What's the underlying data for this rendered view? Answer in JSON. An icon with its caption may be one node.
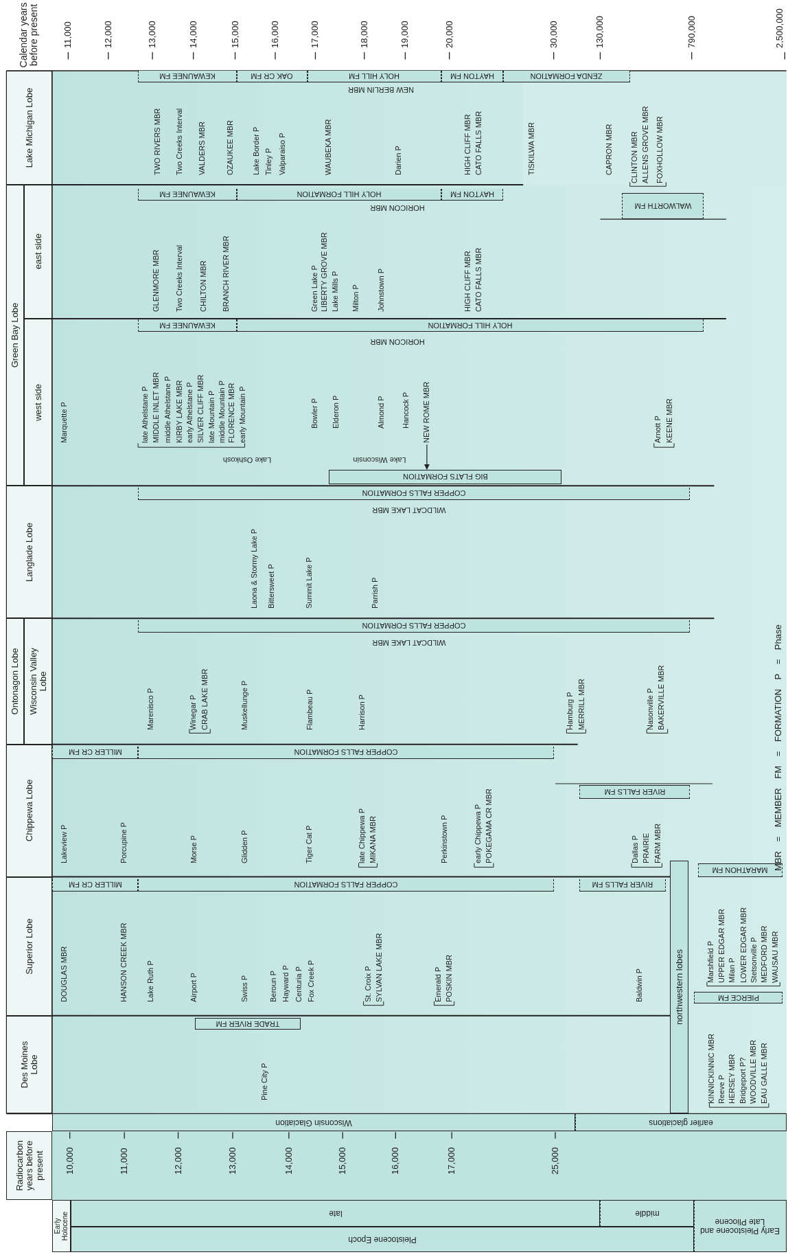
{
  "diagram": {
    "nodes": [
      {
        "text": [
          "Lake Michigan Lobe"
        ]
      },
      {
        "text": [
          "Green Bay Lobe"
        ]
      },
      {
        "text": [
          "east side"
        ]
      },
      {
        "text": [
          "west side"
        ]
      },
      {
        "text": [
          "Langlade Lobe"
        ]
      },
      {
        "text": [
          "Ontonagon Lobe"
        ]
      },
      {
        "text": [
          "Wisconsin Valley Lobe"
        ]
      },
      {
        "text": [
          "Chippewa Lobe"
        ]
      },
      {
        "text": [
          "Superior Lobe"
        ]
      },
      {
        "text": [
          "Des Moines Lobe"
        ]
      },
      {
        "text": [
          "northwestern lobes"
        ]
      },
      {
        "text": [
          "Wisconsin Glaciation"
        ]
      },
      {
        "text": [
          "earlier glaciations"
        ]
      },
      {
        "text": [
          "Radiocarbon years before present"
        ]
      },
      {
        "text": [
          "Early Holocene"
        ]
      },
      {
        "text": [
          "late"
        ]
      },
      {
        "text": [
          "middle"
        ]
      },
      {
        "text": [
          "Early Pleistocene and Late Pliocene"
        ]
      },
      {
        "text": [
          "Pleistocene Epoch"
        ]
      },
      {
        "text": [
          "KEWAUNEE FM"
        ]
      },
      {
        "text": [
          "OAK CR FM"
        ]
      },
      {
        "text": [
          "HOLY HILL FM"
        ]
      },
      {
        "text": [
          "HAYTON FM"
        ]
      },
      {
        "text": [
          "ZENDA FORMATION"
        ]
      },
      {
        "text": [
          "KEWAUNEE FM"
        ]
      },
      {
        "text": [
          "HOLY HILL FORMATION"
        ]
      },
      {
        "text": [
          "HAYTON FM"
        ]
      },
      {
        "text": [
          "WALWORTH FM"
        ]
      },
      {
        "text": [
          "KEWAUNEE FM"
        ]
      },
      {
        "text": [
          "HOLY HILL FORMATION"
        ]
      },
      {
        "text": [
          "BIG FLATS FORMATION"
        ]
      },
      {
        "text": [
          "COPPER FALLS FORMATION"
        ]
      },
      {
        "text": [
          "COPPER FALLS FORMATION"
        ]
      },
      {
        "text": [
          "MILLER CR FM"
        ]
      },
      {
        "text": [
          "COPPER FALLS FORMATION"
        ]
      },
      {
        "text": [
          "RIVER FALLS FM"
        ]
      },
      {
        "text": [
          "MARATHON FM"
        ]
      },
      {
        "text": [
          "MILLER CR FM"
        ]
      },
      {
        "text": [
          "COPPER FALLS FORMATION"
        ]
      },
      {
        "text": [
          "RIVER FALLS FM"
        ]
      },
      {
        "text": [
          "PIERCE FM"
        ]
      },
      {
        "text": [
          "TRADE RIVER FM"
        ]
      },
      {
        "text": [
          "NEW ROME MBR"
        ]
      }
    ],
    "edges": [
      {
        "from": 42,
        "to": 30,
        "arrow": "to"
      }
    ],
    "labels": [
      "Calendar years before present",
      "11,000",
      "12,000",
      "13,000",
      "14,000",
      "15,000",
      "16,000",
      "17,000",
      "18,000",
      "19,000",
      "20,000",
      "30,000",
      "130,000",
      "790,000",
      "2,500,000",
      "NEW BERLIN MBR",
      "TWO RIVERS MBR",
      "Two Creeks Interval",
      "VALDERS MBR",
      "OZAUKEE MBR",
      "Lake Border P",
      "Tinley P",
      "Valparaiso P",
      "WAUBEKA MBR",
      "Darien P",
      "HIGH CLIFF MBR",
      "CATO FALLS MBR",
      "TISKILWA MBR",
      "CAPRON MBR",
      "CLINTON MBR",
      "ALLENS GROVE MBR",
      "FOXHOLLOW MBR",
      "HORICON MBR",
      "GLENMORE MBR",
      "Two Creeks Interval",
      "CHILTON MBR",
      "BRANCH RIVER MBR",
      "Green Lake P",
      "LIBERTY GROVE MBR",
      "Lake Mills P",
      "Milton P",
      "Johnstown P",
      "HIGH CLIFF MBR",
      "CATO FALLS MBR",
      "HORICON MBR",
      "Marquette P",
      "late Athelstane P",
      "MIDDLE INLET MBR",
      "middle Athelstane P",
      "KIRBY LAKE MBR",
      "early Athelstane P",
      "SILVER CLIFF MBR",
      "late Mountain P",
      "middle Mountain P",
      "FLORENCE MBR",
      "early Mountain P",
      "Bowler P",
      "Elderon P",
      "Almond P",
      "Hancock P",
      "Arnott P",
      "KEENE MBR",
      "Lake Oshkosh",
      "Lake Wisconsin",
      "WILDCAT LAKE MBR",
      "Laona & Stormy Lake P",
      "Bittersweet P",
      "Summit Lake P",
      "Parrish P",
      "WILDCAT LAKE MBR",
      "Marenisco P",
      "Winegar P",
      "CRAB LAKE MBR",
      "Muskellunge P",
      "Flambeau P",
      "Harrison P",
      "Hamburg P",
      "MERRILL MBR",
      "Nasonville P",
      "BAKERVILLE MBR",
      "Lakeview P",
      "Porcupine P",
      "Morse P",
      "Glidden P",
      "Tiger Cat P",
      "late Chippewa P",
      "MIKANA MBR",
      "Perkinstown P",
      "early Chippewa P",
      "POKEGAMA CR MBR",
      "Dallas P",
      "PRAIRIE",
      "FARM MBR",
      "MBR = MEMBER FM = FORMATION P = Phase",
      "DOUGLAS MBR",
      "HANSON CREEK MBR",
      "Lake Ruth P",
      "Airport P",
      "Swiss P",
      "Beroun P",
      "Hayward P",
      "Centuria P",
      "Fox Creek P",
      "St. Croix P",
      "SYLVAN LAKE MBR",
      "Emerald P",
      "POSKIN MBR",
      "Baldwin P",
      "Marshfield P",
      "UPPER EDGAR MBR",
      "Milan P",
      "LOWER EDGAR MBR",
      "Stetsonville P",
      "MEDFORD MBR",
      "WAUSAU MBR",
      "Pine City P",
      "KINNICKINNIC MBR",
      "Reeve P",
      "HERSEY MBR",
      "Bridgeport P?",
      "WOODVILLE MBR",
      "EAU GALLE MBR",
      "10,000",
      "11,000",
      "12,000",
      "13,000",
      "14,000",
      "15,000",
      "16,000",
      "17,000",
      "25,000"
    ]
  }
}
